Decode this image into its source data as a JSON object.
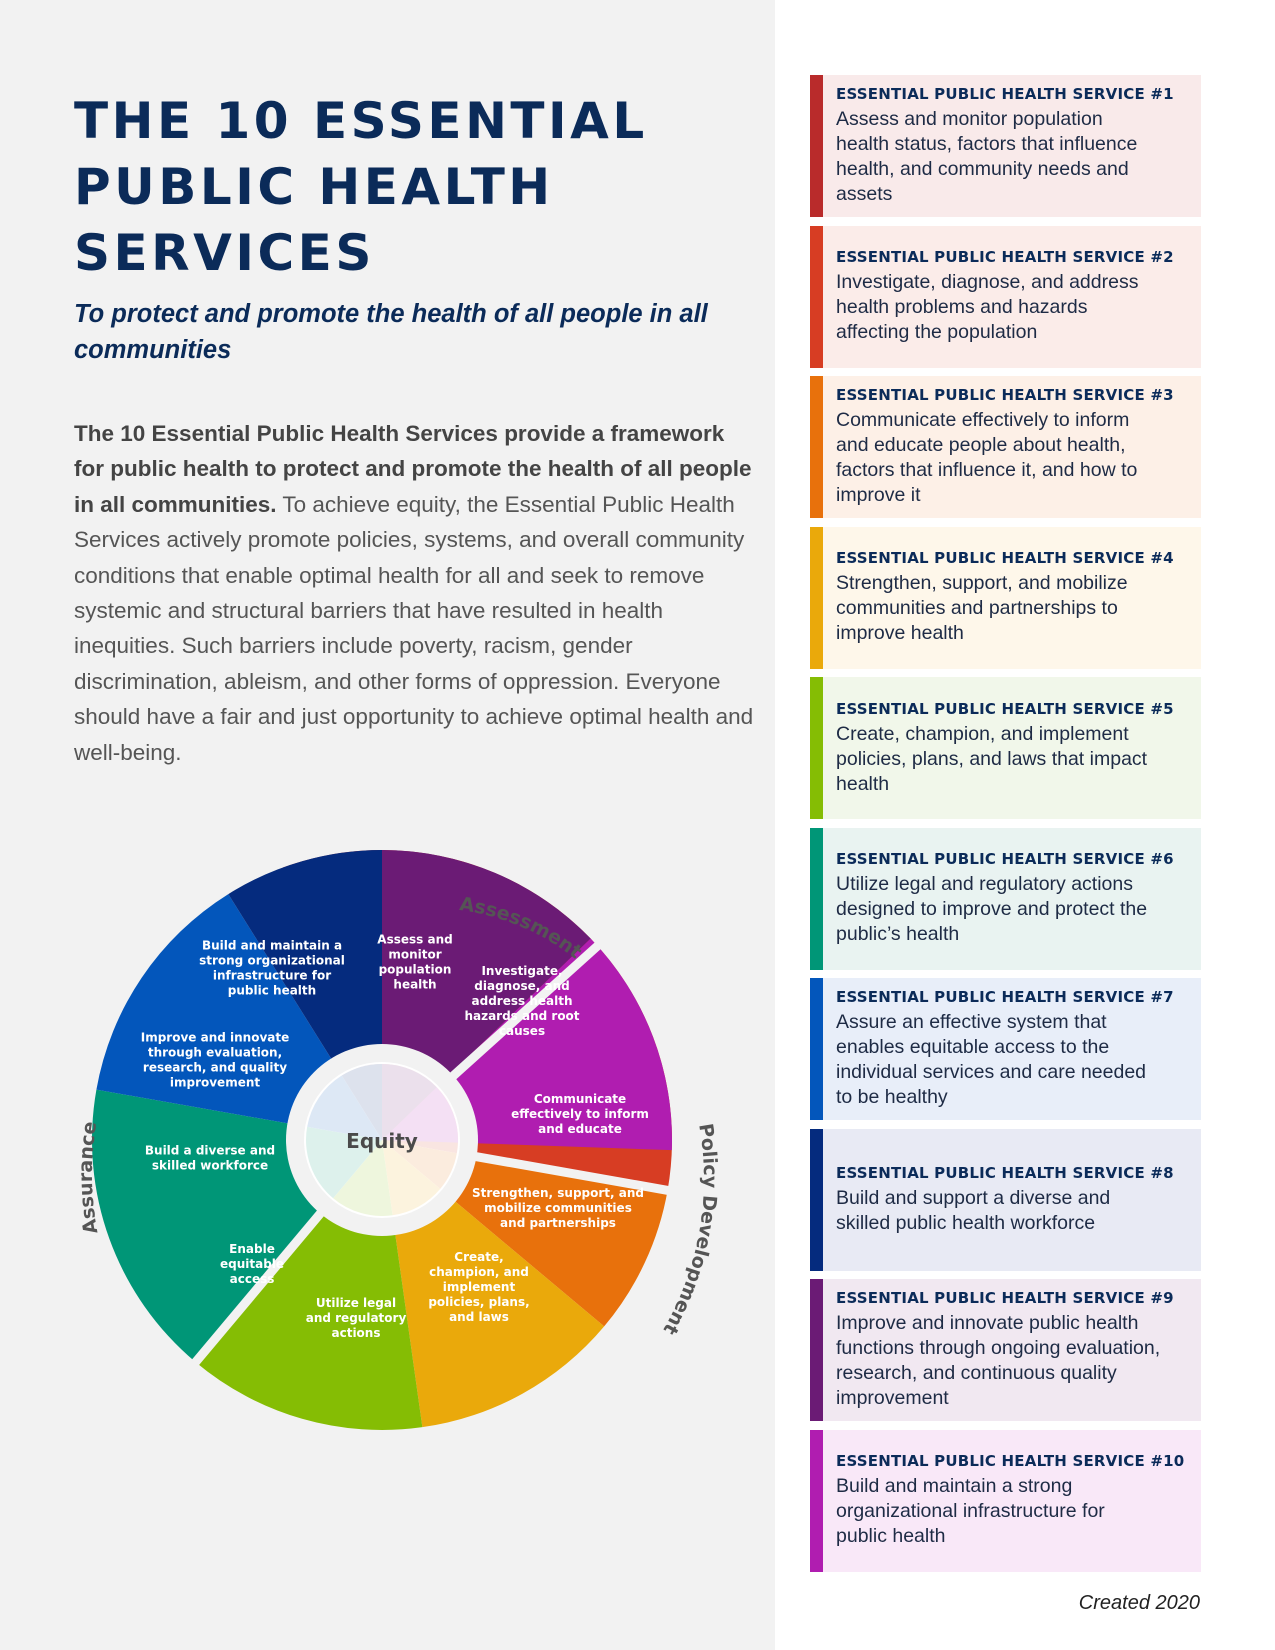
{
  "title": [
    "THE 10 ESSENTIAL",
    "PUBLIC HEALTH",
    "SERVICES"
  ],
  "subtitle": "To protect and promote the health of all people in all communities",
  "intro": {
    "bold": "The 10 Essential Public Health Services provide a framework for public health to protect and promote the health of all people in all communities.",
    "regular": " To achieve equity, the Essential Public Health Services actively promote policies, systems, and overall community conditions that enable optimal health for all and seek to remove systemic and structural barriers that have resulted in health inequities. Such barriers include poverty, racism, gender discrimination, ableism, and other forms of oppression. Everyone should have a fair and just opportunity to achieve optimal health and well-being."
  },
  "wheel": {
    "center": "Equity",
    "arcs": {
      "assessment": "Assessment",
      "policy": "Policy Development",
      "assurance": "Assurance"
    },
    "segments": [
      {
        "lines": [
          "Assess and",
          "monitor",
          "population",
          "health"
        ],
        "color": "#b92b2b"
      },
      {
        "lines": [
          "Investigate,",
          "diagnose, and",
          "address health",
          "hazards and root",
          "causes"
        ],
        "color": "#d73d23"
      },
      {
        "lines": [
          "Communicate",
          "effectively to inform",
          "and educate"
        ],
        "color": "#e8710c"
      },
      {
        "lines": [
          "Strengthen, support, and",
          "mobilize communities",
          "and partnerships"
        ],
        "color": "#eaa90b"
      },
      {
        "lines": [
          "Create,",
          "champion, and",
          "implement",
          "policies, plans,",
          "and laws"
        ],
        "color": "#85bd04"
      },
      {
        "lines": [
          "Utilize legal",
          "and regulatory",
          "actions"
        ],
        "color": "#009677"
      },
      {
        "lines": [
          "Enable",
          "equitable",
          "access"
        ],
        "color": "#0356bb"
      },
      {
        "lines": [
          "Build a diverse and",
          "skilled workforce"
        ],
        "color": "#052b7e"
      },
      {
        "lines": [
          "Improve and innovate",
          "through evaluation,",
          "research, and quality",
          "improvement"
        ],
        "color": "#6b1b75"
      },
      {
        "lines": [
          "Build and maintain a",
          "strong organizational",
          "infrastructure for",
          "public health"
        ],
        "color": "#b01db0"
      }
    ]
  },
  "services": [
    {
      "heading": "ESSENTIAL PUBLIC HEALTH SERVICE #1",
      "lines": [
        "Assess and monitor population",
        "health status, factors that influence",
        "health, and community needs and",
        "assets"
      ],
      "color": "#b92b2b",
      "bg": "#f9eaea"
    },
    {
      "heading": "ESSENTIAL PUBLIC HEALTH SERVICE #2",
      "lines": [
        "Investigate, diagnose, and address",
        "health problems and hazards",
        "affecting the population"
      ],
      "color": "#d73d23",
      "bg": "#fbece9"
    },
    {
      "heading": "ESSENTIAL PUBLIC HEALTH SERVICE #3",
      "lines": [
        "Communicate effectively to inform",
        "and educate people about health,",
        "factors that influence it, and how to",
        "improve it"
      ],
      "color": "#e8710c",
      "bg": "#fdf0e7"
    },
    {
      "heading": "ESSENTIAL PUBLIC HEALTH SERVICE #4",
      "lines": [
        "Strengthen, support, and mobilize",
        "communities and partnerships to",
        "improve health"
      ],
      "color": "#eaa90b",
      "bg": "#fef7ea"
    },
    {
      "heading": "ESSENTIAL PUBLIC HEALTH SERVICE #5",
      "lines": [
        "Create, champion, and implement",
        "policies, plans, and laws that impact",
        "health"
      ],
      "color": "#85bd04",
      "bg": "#f1f7ea"
    },
    {
      "heading": "ESSENTIAL PUBLIC HEALTH SERVICE #6",
      "lines": [
        "Utilize legal and regulatory actions",
        "designed to improve and protect the",
        "public’s health"
      ],
      "color": "#009677",
      "bg": "#e9f3f1"
    },
    {
      "heading": "ESSENTIAL PUBLIC HEALTH SERVICE #7",
      "lines": [
        "Assure an effective system that",
        "enables equitable access to the",
        "individual services and care needed",
        "to be healthy"
      ],
      "color": "#0356bb",
      "bg": "#e8eef9"
    },
    {
      "heading": "ESSENTIAL PUBLIC HEALTH SERVICE #8",
      "lines": [
        "Build and support a diverse and",
        "skilled public health workforce"
      ],
      "color": "#052b7e",
      "bg": "#e8eaf4"
    },
    {
      "heading": "ESSENTIAL PUBLIC HEALTH SERVICE #9",
      "lines": [
        "Improve and innovate public health",
        "functions through ongoing evaluation,",
        "research, and continuous quality",
        "improvement"
      ],
      "color": "#6b1b75",
      "bg": "#f1e8f1"
    },
    {
      "heading": "ESSENTIAL PUBLIC HEALTH SERVICE #10",
      "lines": [
        "Build and maintain a strong",
        "organizational infrastructure for",
        "public health"
      ],
      "color": "#b01db0",
      "bg": "#f9e8f8"
    }
  ],
  "footer": "Created 2020"
}
